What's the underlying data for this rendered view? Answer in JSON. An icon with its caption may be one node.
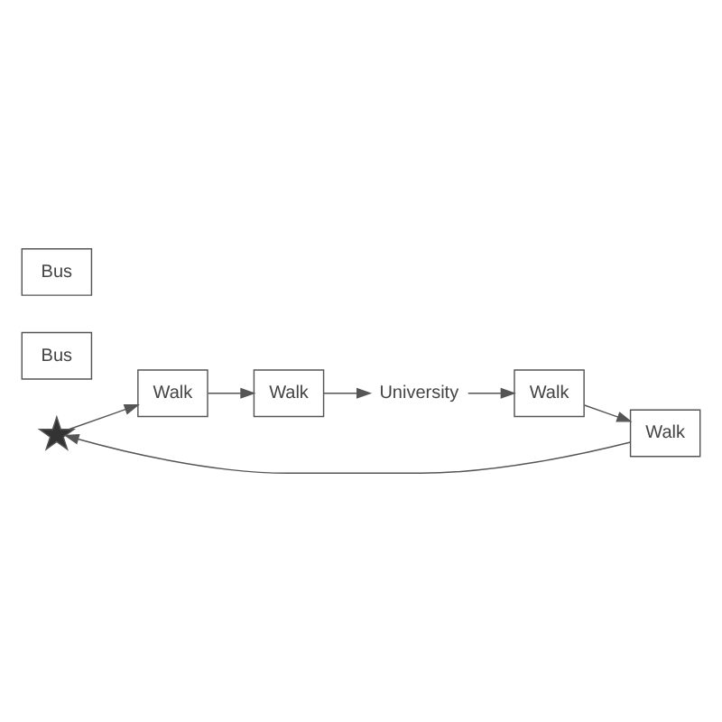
{
  "diagram": {
    "nodes": [
      {
        "text": [],
        "shape": "star"
      },
      {
        "text": [
          "Walk"
        ]
      },
      {
        "text": [
          "Bus"
        ]
      },
      {
        "text": [
          "Walk"
        ]
      },
      {
        "text": [
          "University"
        ]
      },
      {
        "text": [
          "Walk"
        ]
      },
      {
        "text": [
          "Bus"
        ]
      },
      {
        "text": [
          "Walk"
        ]
      }
    ],
    "edges": [
      {
        "from": 0,
        "to": 1,
        "arrow": "to"
      },
      {
        "from": 1,
        "to": 3,
        "arrow": "to"
      },
      {
        "from": 3,
        "to": 4,
        "arrow": "to"
      },
      {
        "from": 4,
        "to": 5,
        "arrow": "to"
      },
      {
        "from": 5,
        "to": 7,
        "arrow": "to"
      },
      {
        "from": 7,
        "to": 0,
        "arrow": "to"
      }
    ]
  }
}
